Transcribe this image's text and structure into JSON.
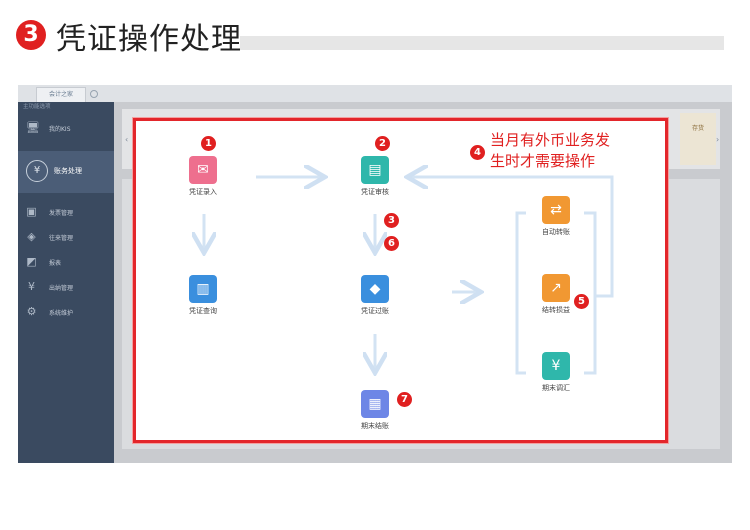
{
  "heading": {
    "number": "3",
    "title": "凭证操作处理"
  },
  "screenshot": {
    "tab": {
      "label": "会计之家"
    },
    "sidebar": {
      "nav_title": "主功能选项",
      "items": [
        {
          "label": "我的KIS",
          "icon": "monitor-icon"
        },
        {
          "label": "账务处理",
          "icon": "yen-circle-icon",
          "active": true
        },
        {
          "label": "发票管理",
          "icon": "invoice-icon"
        },
        {
          "label": "往来管理",
          "icon": "contacts-icon"
        },
        {
          "label": "报表",
          "icon": "chart-icon"
        },
        {
          "label": "出纳管理",
          "icon": "cashier-icon"
        },
        {
          "label": "系统维护",
          "icon": "gear-icon"
        }
      ]
    },
    "top_card": {
      "label": "存货"
    },
    "flow": {
      "nodes": [
        {
          "id": "entry",
          "label": "凭证录入",
          "icon": "voucher-entry-icon",
          "color": "#ee6f8e"
        },
        {
          "id": "audit",
          "label": "凭证审核",
          "icon": "voucher-audit-icon",
          "color": "#2fb7ab"
        },
        {
          "id": "query",
          "label": "凭证查询",
          "icon": "voucher-query-icon",
          "color": "#3a8fde"
        },
        {
          "id": "post",
          "label": "凭证过账",
          "icon": "voucher-post-icon",
          "color": "#3a8fde"
        },
        {
          "id": "close",
          "label": "期末结账",
          "icon": "period-close-icon",
          "color": "#6d86e6"
        },
        {
          "id": "auto",
          "label": "自动转账",
          "icon": "auto-transfer-icon",
          "color": "#f19832"
        },
        {
          "id": "pl",
          "label": "结转损益",
          "icon": "profit-loss-icon",
          "color": "#f19832"
        },
        {
          "id": "fx",
          "label": "期末调汇",
          "icon": "exchange-adjust-icon",
          "color": "#2fb7ab"
        }
      ],
      "badges": [
        "1",
        "2",
        "3",
        "4",
        "5",
        "6",
        "7"
      ],
      "note": {
        "line1": "当月有外币业务发",
        "line2": "生时才需要操作"
      }
    }
  },
  "colors": {
    "accent_red": "#e02020",
    "arrow": "#cfe0f2",
    "sidebar": "#3a4a60"
  }
}
